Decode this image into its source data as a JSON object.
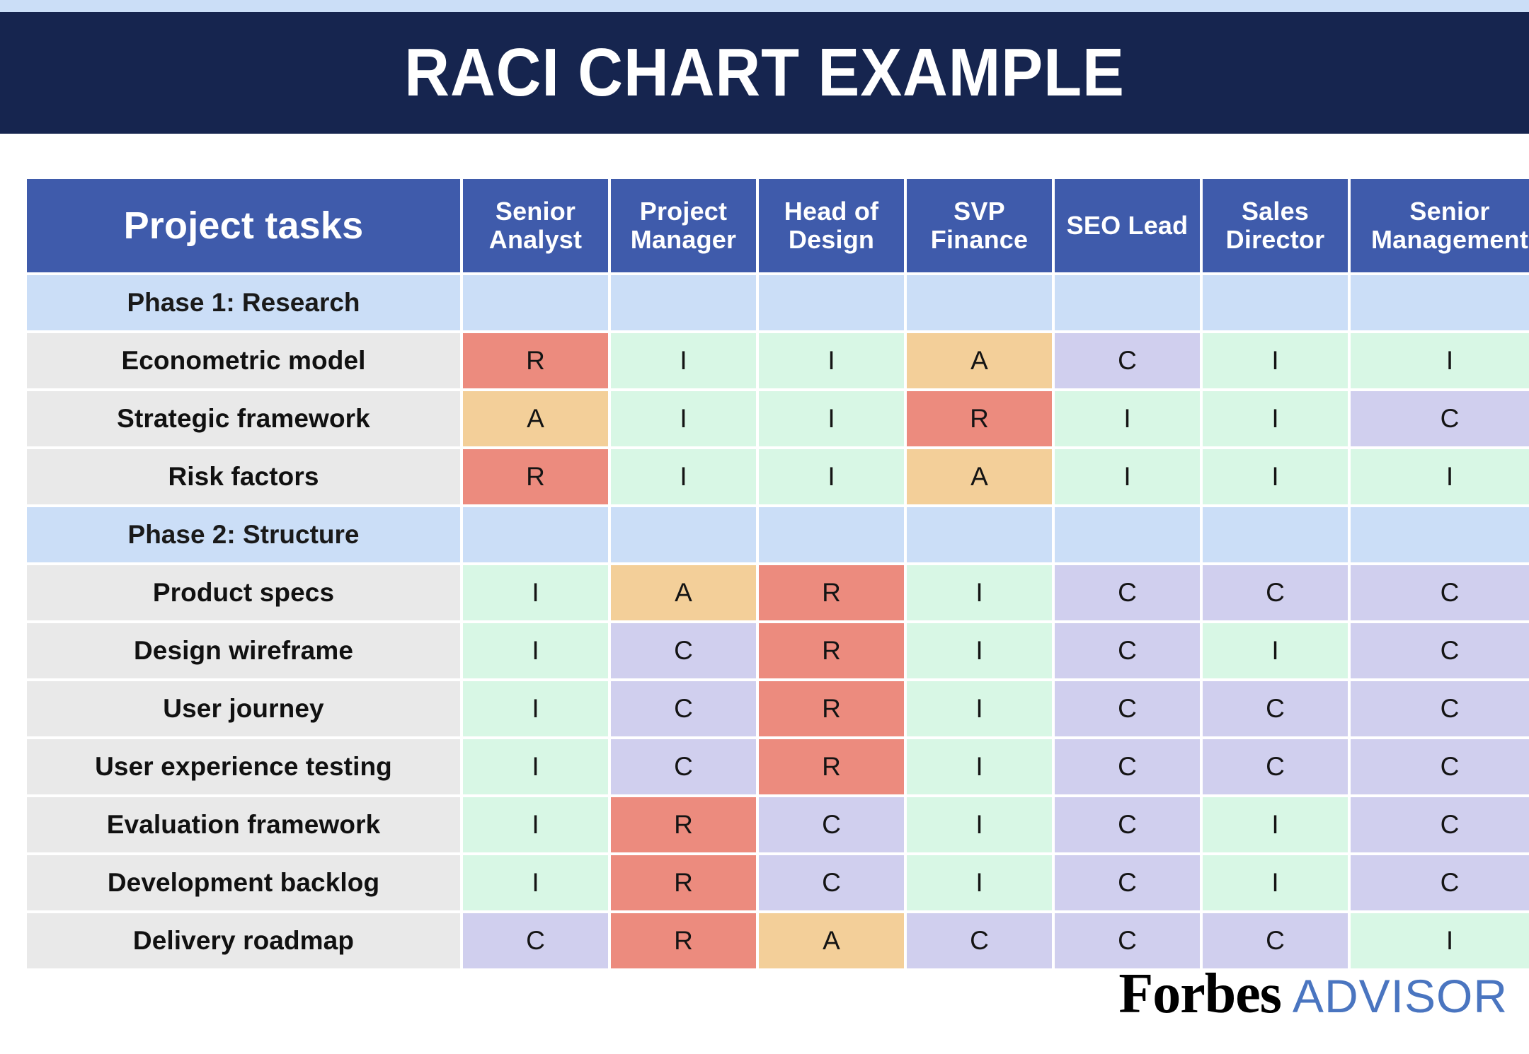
{
  "header": {
    "title": "RACI CHART EXAMPLE",
    "band_color": "#16254f",
    "strip_color": "#cbdef7"
  },
  "logo": {
    "forbes": "Forbes",
    "advisor": "ADVISOR",
    "advisor_color": "#4a75c0"
  },
  "legend_colors": {
    "R": "#ec8b7e",
    "A": "#f3cf99",
    "C": "#d0cfee",
    "I": "#d8f7e5",
    "header_blue": "#3f5bab",
    "phase_blue": "#cbdef7",
    "task_gray": "#e9e9e9"
  },
  "chart_data": {
    "type": "table",
    "title": "RACI CHART EXAMPLE",
    "xlabel": "",
    "ylabel": "",
    "task_column_header": "Project tasks",
    "categories": [
      "Senior Analyst",
      "Project Manager",
      "Head of Design",
      "SVP Finance",
      "SEO Lead",
      "Sales Director",
      "Senior Management"
    ],
    "rows": [
      {
        "type": "phase",
        "label": "Phase 1: Research",
        "values": [
          "",
          "",
          "",
          "",
          "",
          "",
          ""
        ]
      },
      {
        "type": "task",
        "label": "Econometric model",
        "values": [
          "R",
          "I",
          "I",
          "A",
          "C",
          "I",
          "I"
        ]
      },
      {
        "type": "task",
        "label": "Strategic framework",
        "values": [
          "A",
          "I",
          "I",
          "R",
          "I",
          "I",
          "C"
        ]
      },
      {
        "type": "task",
        "label": "Risk factors",
        "values": [
          "R",
          "I",
          "I",
          "A",
          "I",
          "I",
          "I"
        ]
      },
      {
        "type": "phase",
        "label": "Phase 2: Structure",
        "values": [
          "",
          "",
          "",
          "",
          "",
          "",
          ""
        ]
      },
      {
        "type": "task",
        "label": "Product specs",
        "values": [
          "I",
          "A",
          "R",
          "I",
          "C",
          "C",
          "C"
        ]
      },
      {
        "type": "task",
        "label": "Design wireframe",
        "values": [
          "I",
          "C",
          "R",
          "I",
          "C",
          "I",
          "C"
        ]
      },
      {
        "type": "task",
        "label": "User journey",
        "values": [
          "I",
          "C",
          "R",
          "I",
          "C",
          "C",
          "C"
        ]
      },
      {
        "type": "task",
        "label": "User experience testing",
        "values": [
          "I",
          "C",
          "R",
          "I",
          "C",
          "C",
          "C"
        ]
      },
      {
        "type": "task",
        "label": "Evaluation framework",
        "values": [
          "I",
          "R",
          "C",
          "I",
          "C",
          "I",
          "C"
        ]
      },
      {
        "type": "task",
        "label": "Development backlog",
        "values": [
          "I",
          "R",
          "C",
          "I",
          "C",
          "I",
          "C"
        ]
      },
      {
        "type": "task",
        "label": "Delivery roadmap",
        "values": [
          "C",
          "R",
          "A",
          "C",
          "C",
          "C",
          "I"
        ]
      }
    ]
  }
}
